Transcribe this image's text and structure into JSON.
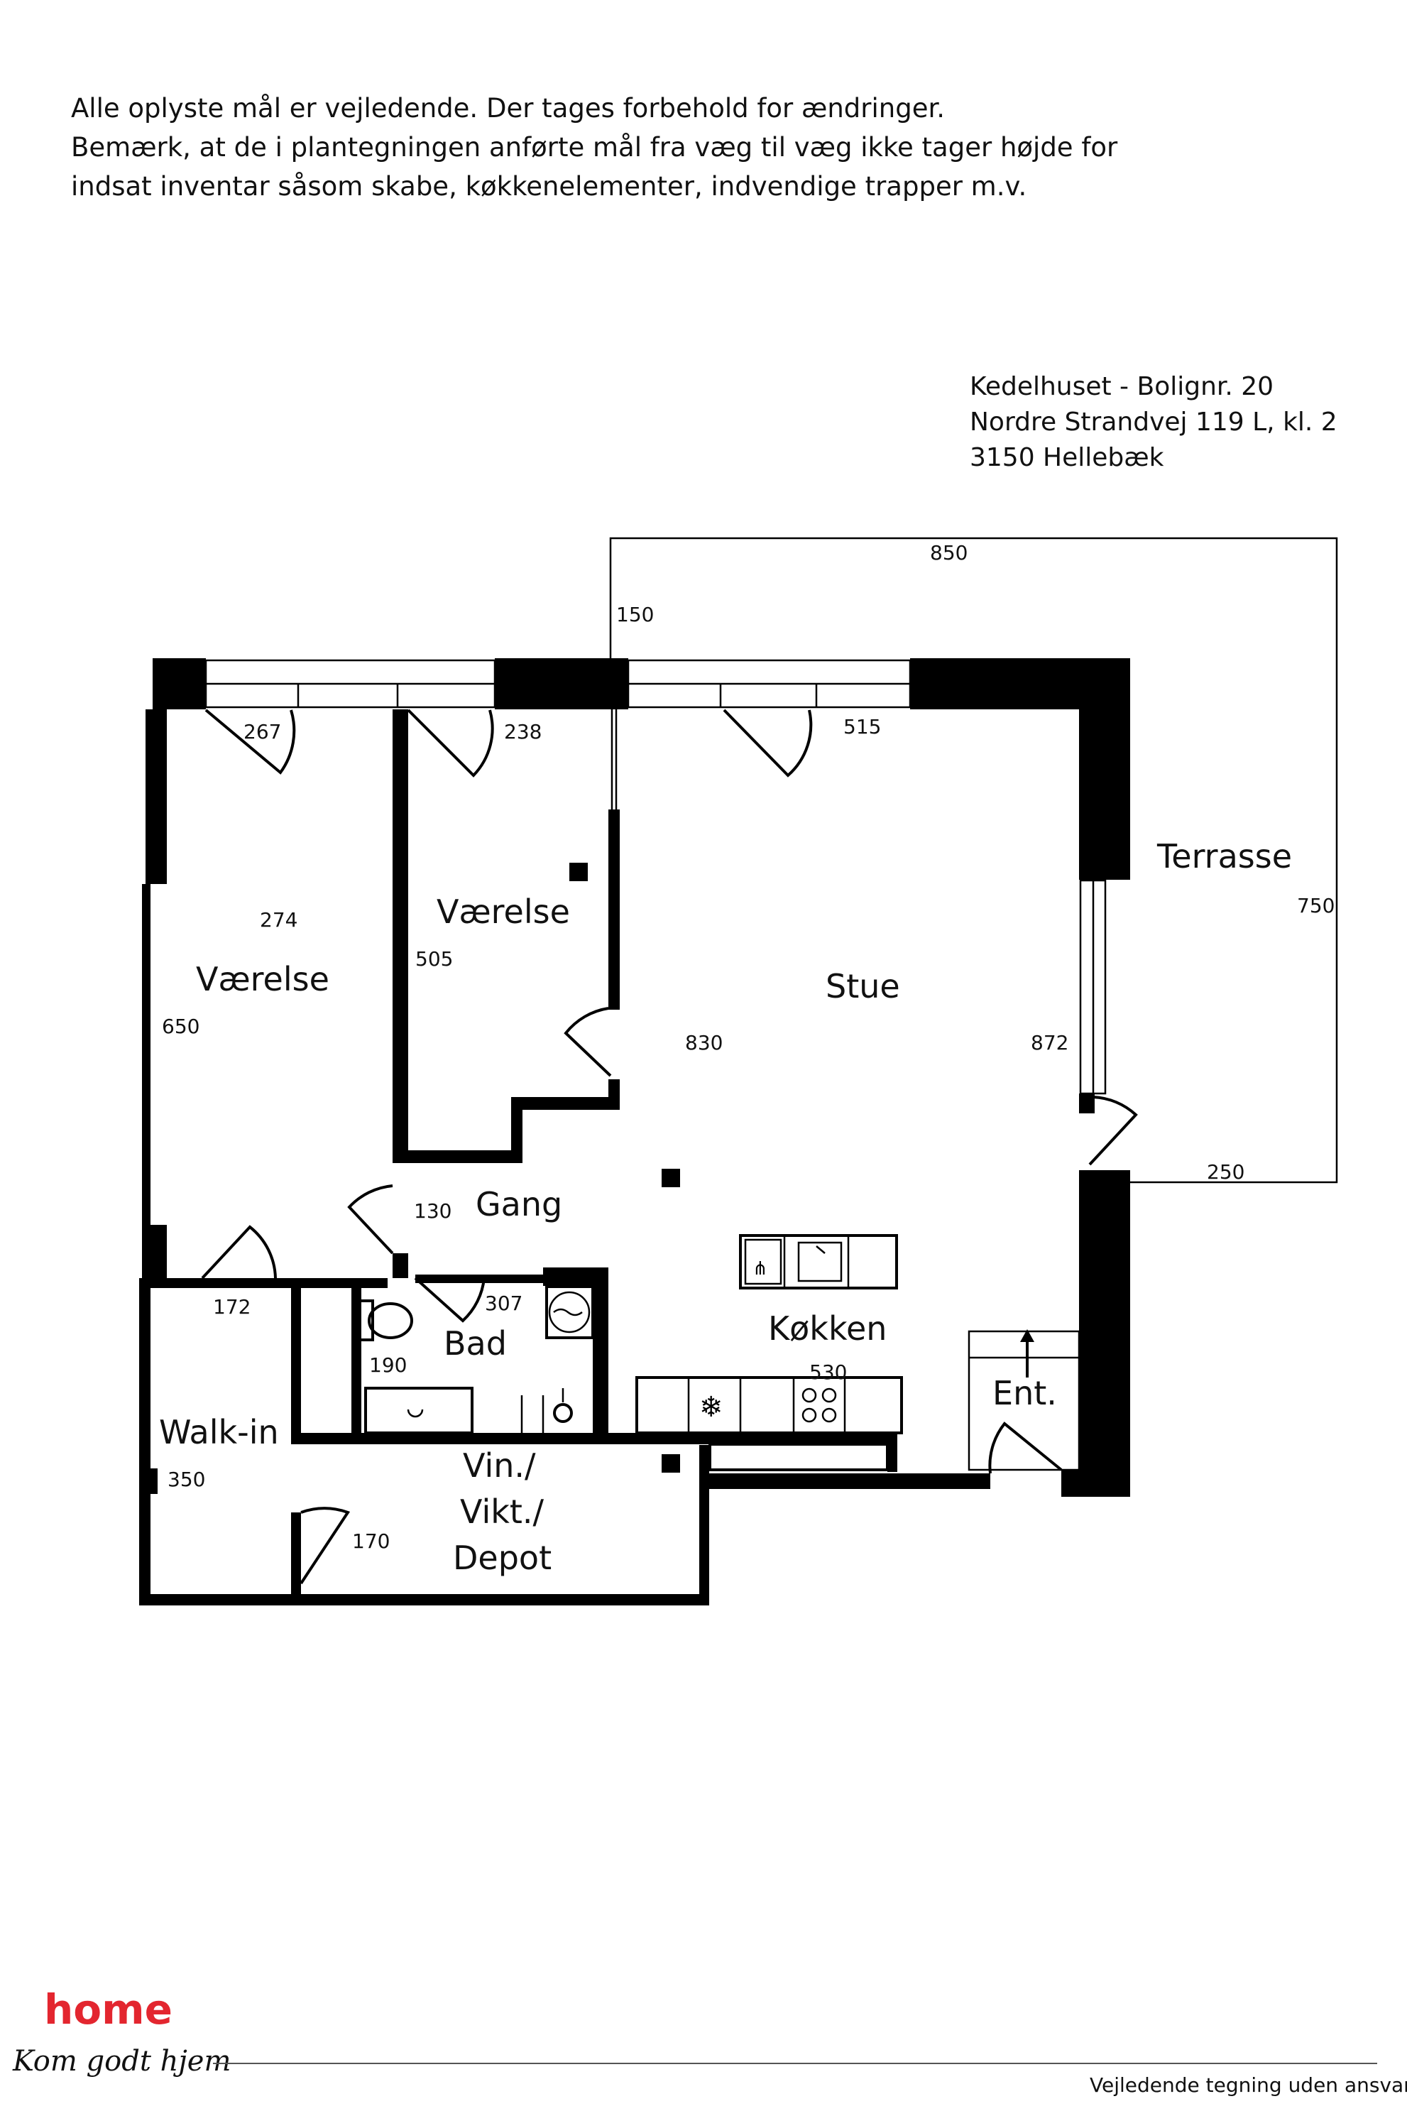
{
  "disclaimer": {
    "line1": "Alle oplyste mål er vejledende. Der tages forbehold for ændringer.",
    "line2": "Bemærk, at de i plantegningen anførte mål fra væg til væg ikke tager højde for",
    "line3": "indsat inventar såsom skabe, køkkenelementer, indvendige trapper m.v."
  },
  "address": {
    "line1": "Kedelhuset - Bolignr. 20",
    "line2": "Nordre Strandvej 119 L, kl. 2",
    "line3": "3150 Hellebæk"
  },
  "rooms": {
    "vaerelse1": "Værelse",
    "vaerelse2": "Værelse",
    "stue": "Stue",
    "terrasse": "Terrasse",
    "gang": "Gang",
    "bad": "Bad",
    "koekken": "Køkken",
    "ent": "Ent.",
    "walkin": "Walk-in",
    "depot_line1": "Vin./",
    "depot_line2": "Vikt./",
    "depot_line3": "Depot"
  },
  "dimensions": {
    "d850": "850",
    "d150": "150",
    "d267": "267",
    "d238": "238",
    "d515": "515",
    "d750": "750",
    "d274": "274",
    "d505": "505",
    "d650": "650",
    "d830": "830",
    "d872": "872",
    "d250": "250",
    "d130": "130",
    "d172": "172",
    "d307": "307",
    "d190": "190",
    "d530": "530",
    "d350": "350",
    "d170": "170"
  },
  "branding": {
    "logo": "home",
    "slogan": "Kom godt hjem",
    "logo_color": "#e3262f"
  },
  "footer": {
    "text": "Vejledende tegning uden ansvar"
  }
}
